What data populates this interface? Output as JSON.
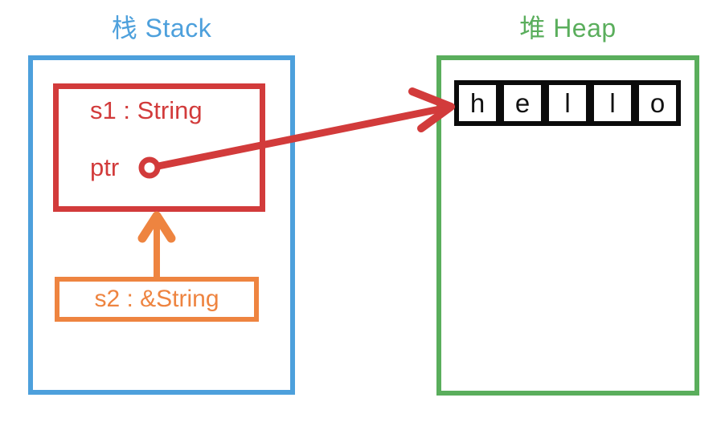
{
  "stack": {
    "title": "栈 Stack",
    "s1": {
      "label": "s1 : String",
      "field": "ptr"
    },
    "s2": {
      "label": "s2 : &String"
    }
  },
  "heap": {
    "title": "堆 Heap",
    "cells": [
      "h",
      "e",
      "l",
      "l",
      "o"
    ]
  },
  "colors": {
    "stack-blue": "#4DA0DC",
    "heap-green": "#5AAE5C",
    "s1-red": "#D23B3B",
    "s2-orange": "#EE8440",
    "cell-frame": "#0B0B0B",
    "letter": "#111111",
    "canvas-bg": "#FFFFFF"
  }
}
